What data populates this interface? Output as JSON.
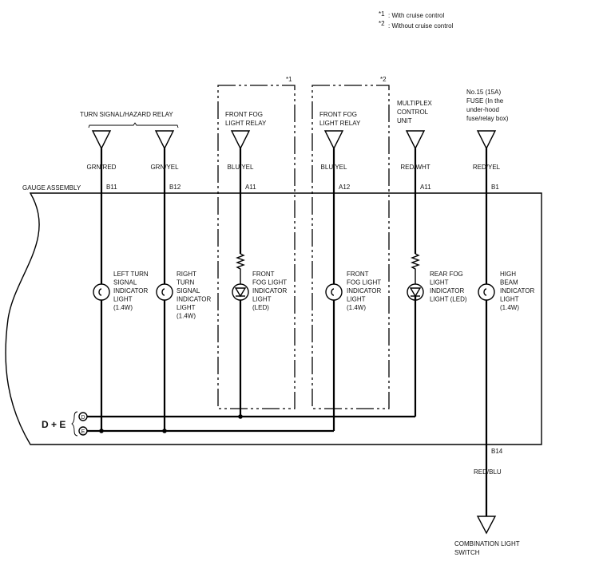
{
  "notes": [
    {
      "mark": "*1",
      "text": ": With cruise control"
    },
    {
      "mark": "*2",
      "text": ": Without cruise control"
    }
  ],
  "assembly_label": "GAUGE ASSEMBLY",
  "group_label": "TURN SIGNAL/HAZARD RELAY",
  "option_boxes": [
    {
      "mark": "*1"
    },
    {
      "mark": "*2"
    }
  ],
  "sources": [
    {
      "lines": [
        "FRONT FOG",
        "LIGHT RELAY"
      ]
    },
    {
      "lines": [
        "FRONT FOG",
        "LIGHT RELAY"
      ]
    },
    {
      "lines": [
        "MULTIPLEX",
        "CONTROL",
        "UNIT"
      ]
    },
    {
      "lines": [
        "No.15 (15A)",
        "FUSE (In the",
        "under-hood",
        "fuse/relay box)"
      ]
    }
  ],
  "circuits": [
    {
      "wire": "GRN/RED",
      "pin": "B11",
      "type": "bulb",
      "lines": [
        "LEFT TURN",
        "SIGNAL",
        "INDICATOR",
        "LIGHT",
        "(1.4W)"
      ]
    },
    {
      "wire": "GRN/YEL",
      "pin": "B12",
      "type": "bulb",
      "lines": [
        "RIGHT",
        "TURN",
        "SIGNAL",
        "INDICATOR",
        "LIGHT",
        "(1.4W)"
      ]
    },
    {
      "wire": "BLU/YEL",
      "pin": "A11",
      "type": "led",
      "lines": [
        "FRONT",
        "FOG LIGHT",
        "INDICATOR",
        "LIGHT",
        "(LED)"
      ]
    },
    {
      "wire": "BLU/YEL",
      "pin": "A12",
      "type": "bulb",
      "lines": [
        "FRONT",
        "FOG LIGHT",
        "INDICATOR",
        "LIGHT",
        "(1.4W)"
      ]
    },
    {
      "wire": "RED/WHT",
      "pin": "A11",
      "type": "led",
      "lines": [
        "REAR FOG",
        "LIGHT",
        "INDICATOR",
        "LIGHT (LED)"
      ]
    },
    {
      "wire": "RED/YEL",
      "pin": "B1",
      "type": "bulb",
      "lines": [
        "HIGH",
        "BEAM",
        "INDICATOR",
        "LIGHT",
        "(1.4W)"
      ]
    }
  ],
  "ground": {
    "label": "D + E",
    "terminals": [
      "D",
      "E"
    ]
  },
  "output": {
    "pin": "B14",
    "wire": "RED/BLU",
    "lines": [
      "COMBINATION LIGHT",
      "SWITCH"
    ]
  }
}
